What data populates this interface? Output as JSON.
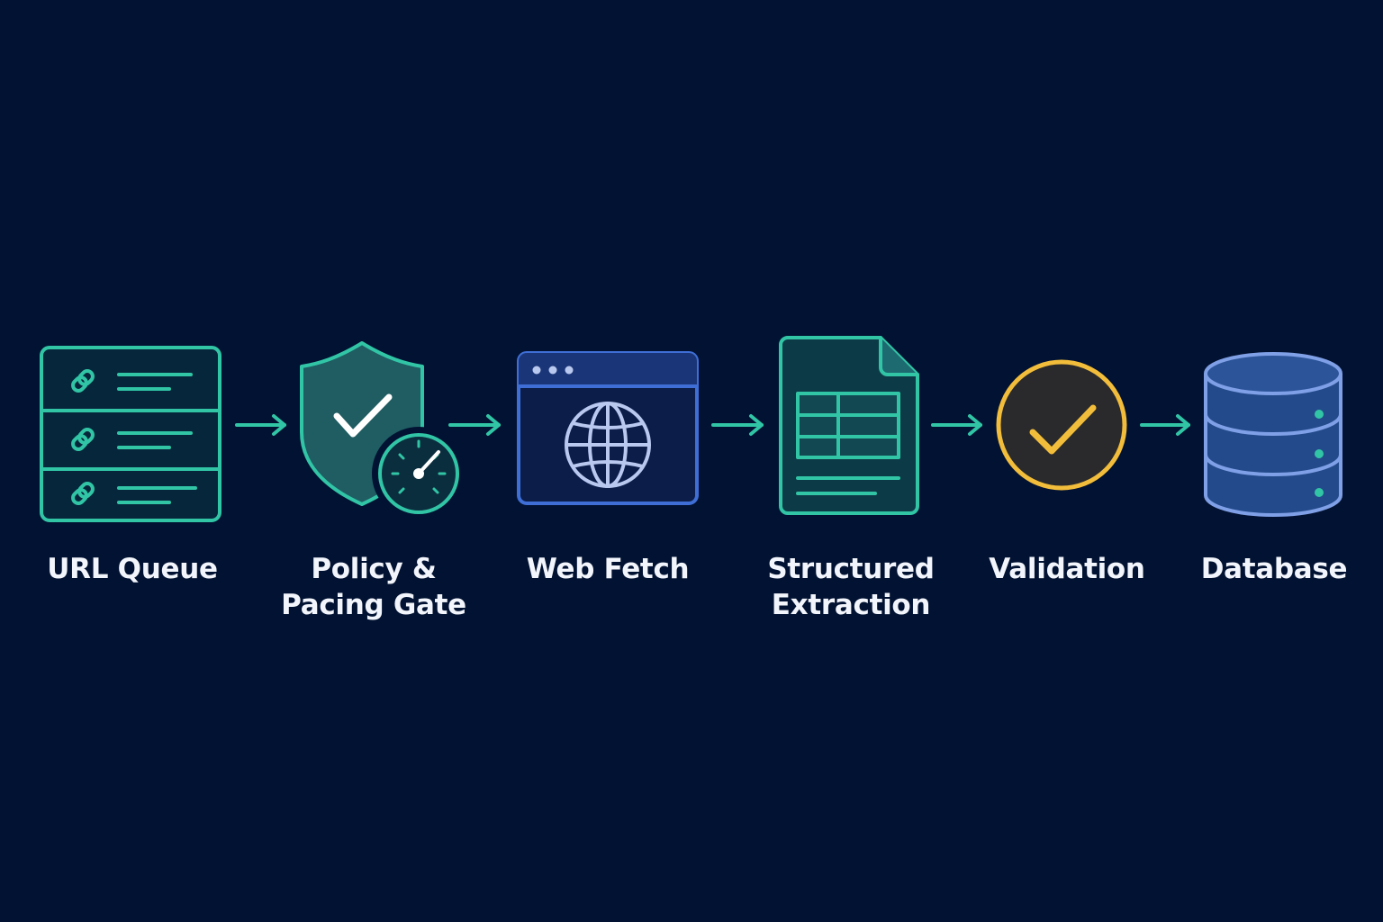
{
  "diagram": {
    "type": "pipeline",
    "steps": [
      {
        "label": "URL Queue",
        "icon": "link-list-icon"
      },
      {
        "label": "Policy &\nPacing Gate",
        "icon": "shield-gauge-icon"
      },
      {
        "label": "Web Fetch",
        "icon": "browser-globe-icon"
      },
      {
        "label": "Structured\nExtraction",
        "icon": "document-table-icon"
      },
      {
        "label": "Validation",
        "icon": "check-circle-icon"
      },
      {
        "label": "Database",
        "icon": "database-icon"
      }
    ],
    "connector_icon": "arrow-right-icon"
  },
  "colors": {
    "background": "#021232",
    "teal": "#31c5a6",
    "blue": "#3f6fd6",
    "light_blue": "#b9c8ef",
    "yellow": "#f2bd3a",
    "db_fill": "#234a8a",
    "db_stroke": "#7f9fe6",
    "text": "#f2f5fb"
  }
}
